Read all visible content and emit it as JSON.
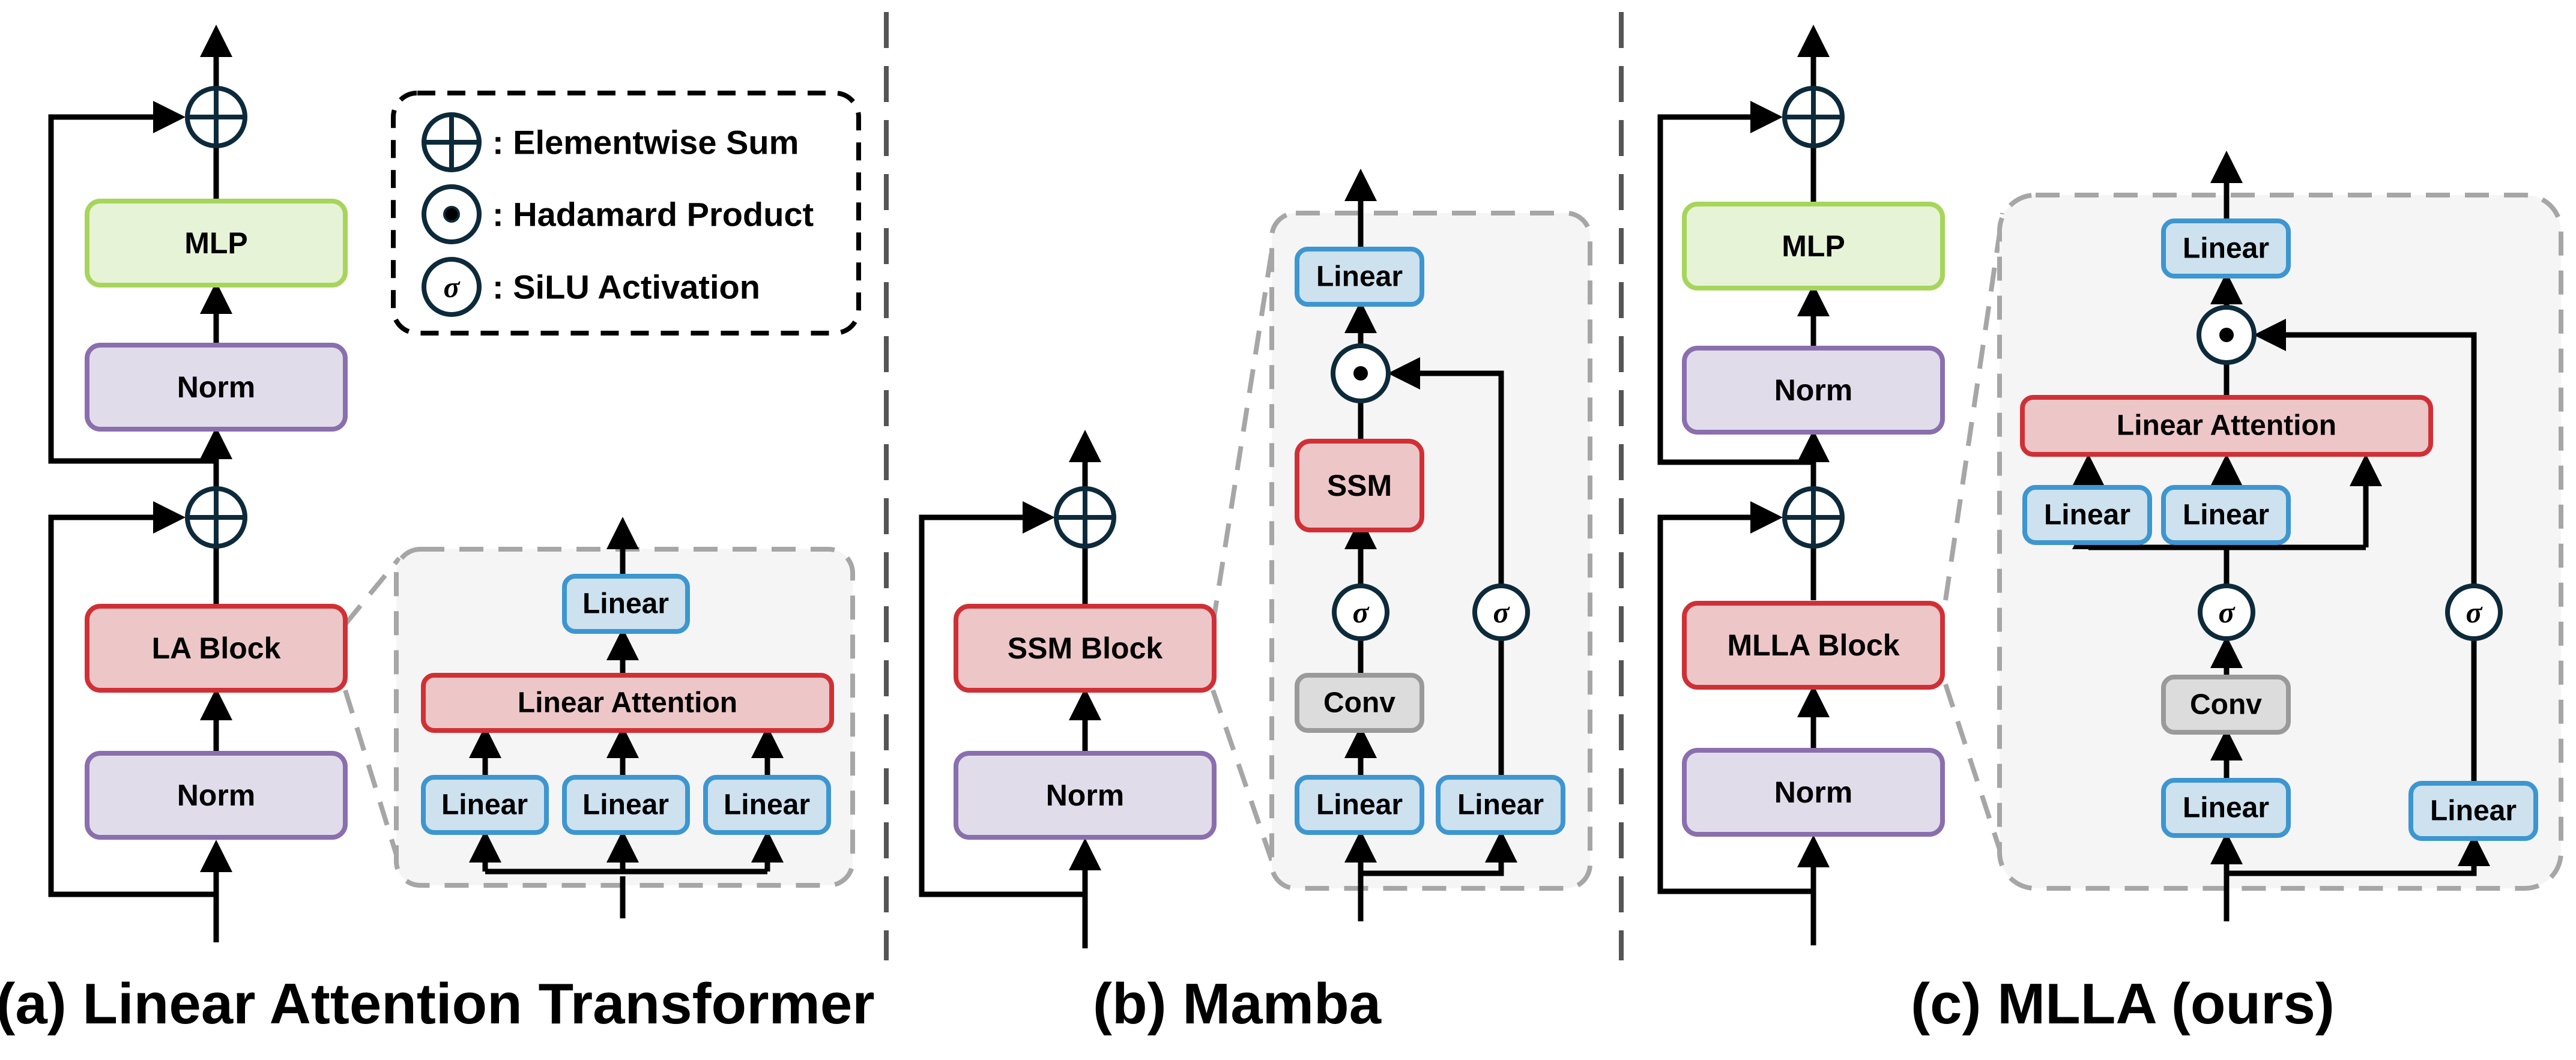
{
  "legend": {
    "items": [
      {
        "symbol": "elementwise-sum-icon",
        "label": ": Elementwise Sum"
      },
      {
        "symbol": "hadamard-product-icon",
        "label": ": Hadamard Product"
      },
      {
        "symbol": "silu-activation-icon",
        "label": ": SiLU Activation"
      }
    ],
    "sigma": "σ"
  },
  "panels": {
    "a": {
      "caption": "(a) Linear Attention Transformer",
      "mlp": "MLP",
      "norm_top": "Norm",
      "block": "LA Block",
      "norm_bottom": "Norm",
      "inner": {
        "linear_top": "Linear",
        "attention": "Linear Attention",
        "linear_1": "Linear",
        "linear_2": "Linear",
        "linear_3": "Linear"
      }
    },
    "b": {
      "caption": "(b) Mamba",
      "block": "SSM Block",
      "norm": "Norm",
      "inner": {
        "linear_top": "Linear",
        "ssm": "SSM",
        "conv": "Conv",
        "linear_left": "Linear",
        "linear_right": "Linear"
      }
    },
    "c": {
      "caption": "(c) MLLA (ours)",
      "mlp": "MLP",
      "norm_top": "Norm",
      "block": "MLLA Block",
      "norm_bottom": "Norm",
      "inner": {
        "linear_top": "Linear",
        "attention": "Linear Attention",
        "linear_q": "Linear",
        "linear_k": "Linear",
        "conv": "Conv",
        "linear_left": "Linear",
        "linear_right": "Linear"
      }
    }
  },
  "colors": {
    "blue_fill": "#cde1ef",
    "blue_stroke": "#3d96d0",
    "red_fill": "#edc6c8",
    "red_stroke": "#d03035",
    "green_fill": "#e7f3d7",
    "green_stroke": "#a7d55b",
    "purple_fill": "#e1dcea",
    "purple_stroke": "#8a6fae",
    "gray_fill": "#dcdcdc",
    "gray_stroke": "#9a9a9a",
    "panel_fill": "#f5f5f5",
    "panel_stroke": "#a6a6a6",
    "divider": "#555555"
  }
}
